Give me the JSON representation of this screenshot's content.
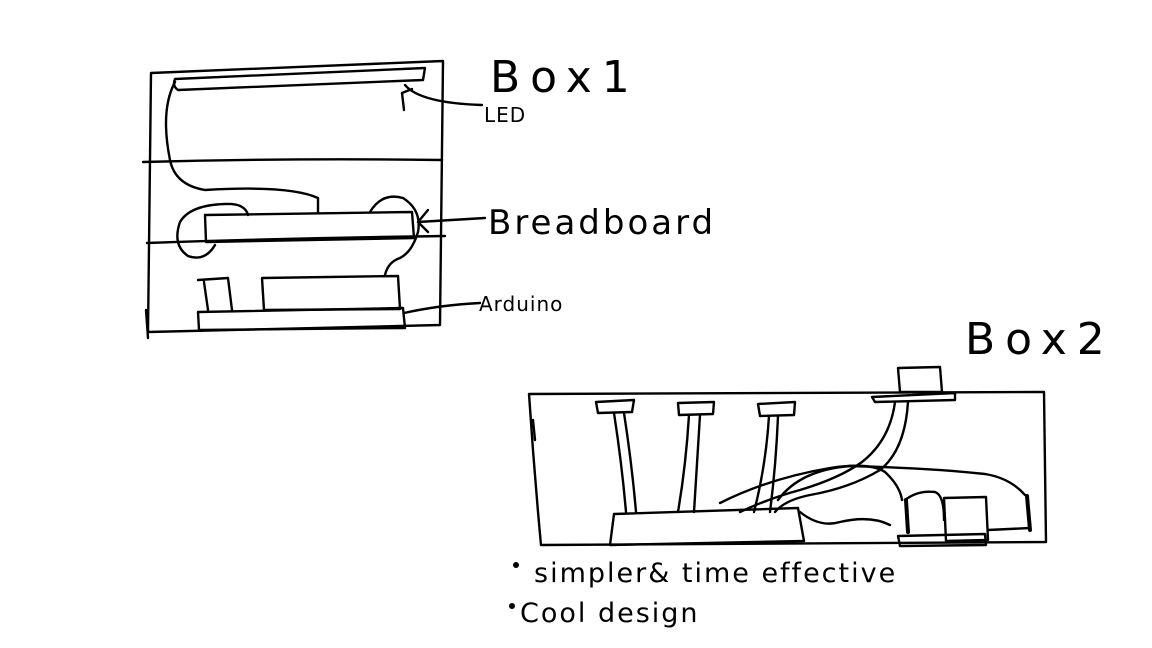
{
  "box1": {
    "title": "Box1",
    "labels": {
      "led": "LED",
      "breadboard": "Breadboard",
      "arduino": "Arduino"
    }
  },
  "box2": {
    "title": "Box2",
    "notes": [
      "simpler& time effective",
      "Cool design"
    ]
  },
  "colors": {
    "ink": "#000000",
    "paper": "#ffffff"
  }
}
